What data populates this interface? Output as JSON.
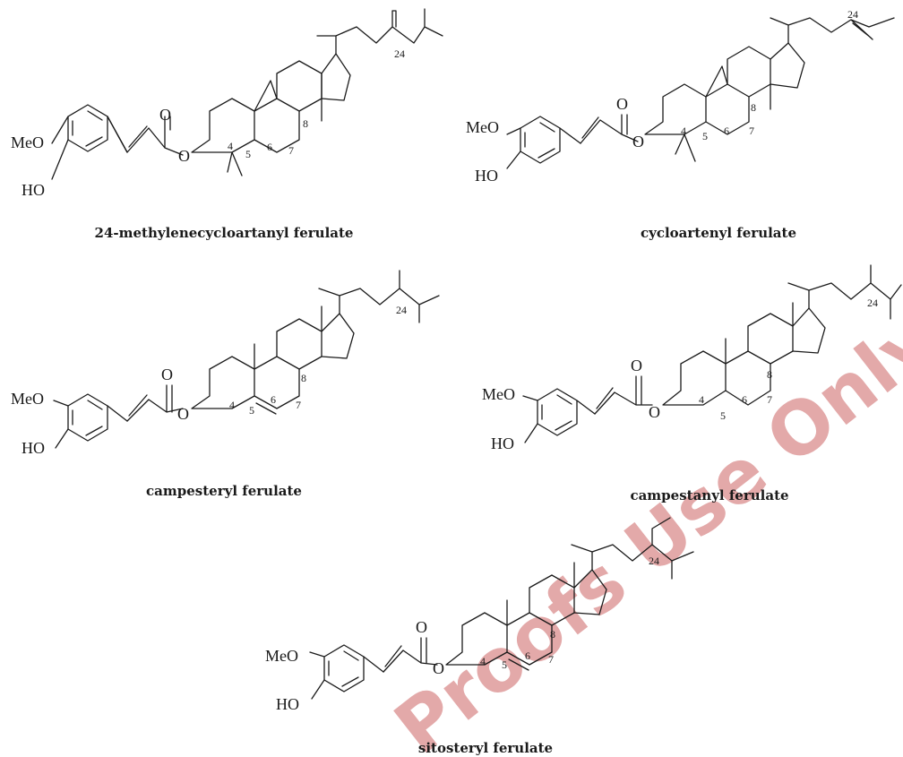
{
  "labels": {
    "methoxy": "MeO",
    "hydroxy": "HO",
    "carbonyl_o": "O",
    "ester_o": "O"
  },
  "compounds": [
    {
      "name": "24-methylenecycloartanyl ferulate",
      "numbers": [
        "4",
        "5",
        "6",
        "7",
        "8",
        "24"
      ]
    },
    {
      "name": "cycloartenyl ferulate",
      "numbers": [
        "4",
        "5",
        "6",
        "7",
        "8",
        "24"
      ]
    },
    {
      "name": "campesteryl ferulate",
      "numbers": [
        "4",
        "5",
        "6",
        "7",
        "8",
        "24"
      ]
    },
    {
      "name": "campestanyl ferulate",
      "numbers": [
        "4",
        "5",
        "6",
        "7",
        "8",
        "24"
      ]
    },
    {
      "name": "sitosteryl ferulate",
      "numbers": [
        "4",
        "5",
        "6",
        "7",
        "8",
        "24"
      ]
    }
  ],
  "watermark": "Proofs Use Only”",
  "colors": {
    "ink": "#1a1a1a",
    "watermark": "#d98c8c"
  }
}
